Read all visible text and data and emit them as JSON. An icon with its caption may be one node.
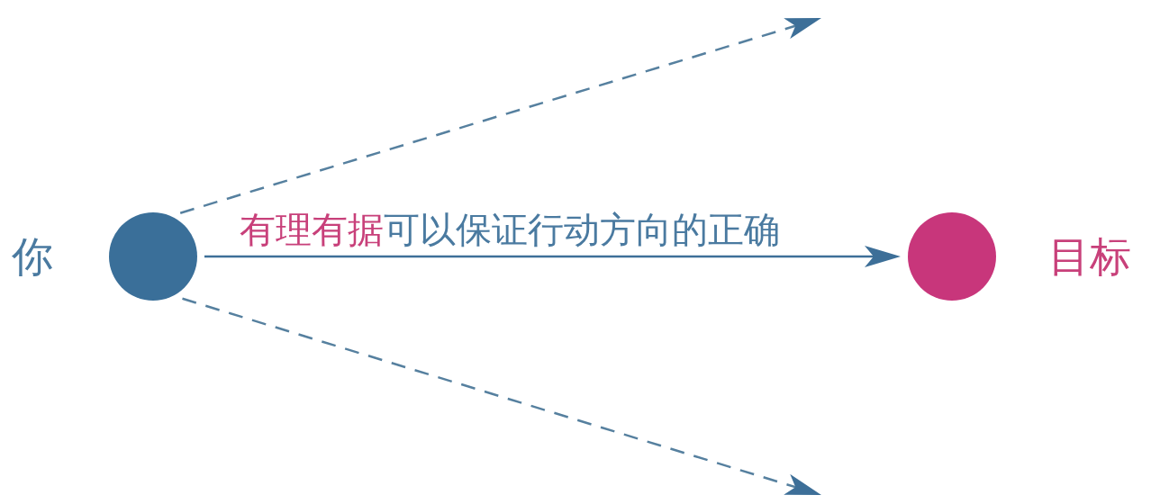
{
  "diagram": {
    "nodes": [
      {
        "text": [],
        "shape": "circle",
        "beside": [
          "你"
        ]
      },
      {
        "text": [],
        "shape": "circle",
        "beside": [
          "目标"
        ]
      }
    ],
    "edges": [
      {
        "from": 0,
        "to": null,
        "arrow": "to",
        "style": "dashed"
      },
      {
        "from": 0,
        "to": 1,
        "arrow": "to",
        "label": "**有理有据**可以保证行动方向的正确"
      },
      {
        "from": 0,
        "to": null,
        "arrow": "to",
        "style": "dashed"
      }
    ]
  }
}
